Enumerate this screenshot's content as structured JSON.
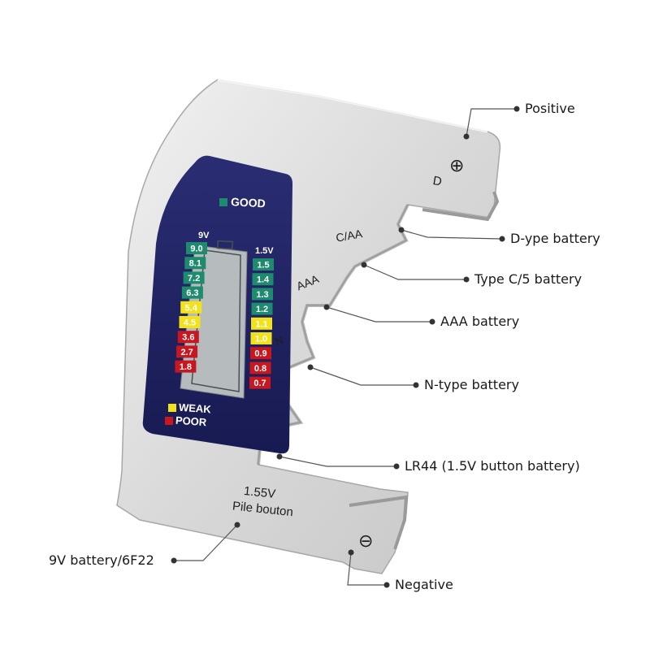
{
  "callouts": {
    "positive": "Positive",
    "d_type": "D-ype battery",
    "type_c": "Type C/5 battery",
    "aaa": "AAA battery",
    "n_type": "N-type battery",
    "lr44": "LR44 (1.5V button battery)",
    "nine_v": "9V battery/6F22",
    "negative": "Negative"
  },
  "device": {
    "slot_d": "D",
    "slot_caa": "C/AA",
    "slot_aaa": "AAA",
    "slot_n": "N",
    "button_voltage": "1.55V",
    "button_label": "Pile bouton",
    "positive_symbol": "⊕",
    "negative_symbol": "⊖"
  },
  "display": {
    "good_label": "GOOD",
    "weak_label": "WEAK",
    "poor_label": "POOR",
    "left_header": "9V",
    "right_header": "1.5V",
    "left_scale": [
      "9.0",
      "8.1",
      "7.2",
      "6.3",
      "5.4",
      "4.5",
      "3.6",
      "2.7",
      "1.8"
    ],
    "right_scale": [
      "1.5",
      "1.4",
      "1.3",
      "1.2",
      "1.1",
      "1.0",
      "0.9",
      "0.8",
      "0.7"
    ],
    "scale_levels": [
      "good",
      "good",
      "good",
      "good",
      "weak",
      "weak",
      "poor",
      "poor",
      "poor"
    ]
  },
  "colors": {
    "good": "#1e8a6e",
    "weak": "#f2e21c",
    "poor": "#c8171f",
    "lcd_panel": "#1d2060",
    "lcd_screen": "#b6bcbe",
    "body": "#d9d9d9"
  }
}
